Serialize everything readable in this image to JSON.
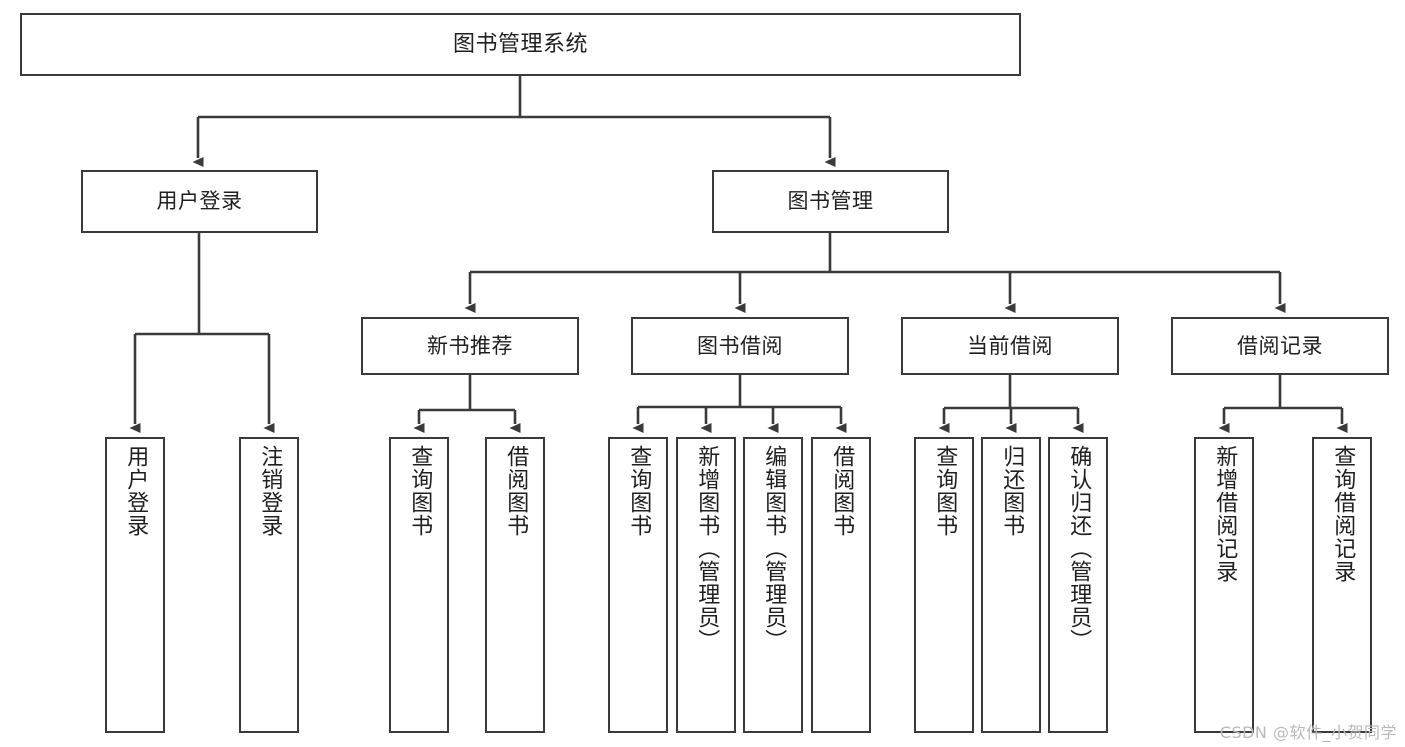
{
  "diagram": {
    "type": "tree-hierarchy",
    "title": "图书管理系统",
    "watermark": "CSDN @软件_小贺同学",
    "colors": {
      "stroke": "#3a3a3a",
      "fill": "#ffffff",
      "text": "#1f1f1f",
      "watermark": "#b9b9b9"
    },
    "levels": {
      "root": {
        "label": "图书管理系统"
      },
      "level2": [
        {
          "label": "用户登录"
        },
        {
          "label": "图书管理"
        }
      ],
      "level3": [
        {
          "label": "新书推荐"
        },
        {
          "label": "图书借阅"
        },
        {
          "label": "当前借阅"
        },
        {
          "label": "借阅记录"
        }
      ],
      "leaves": {
        "user_login": [
          {
            "label": "用户登录"
          },
          {
            "label": "注销登录"
          }
        ],
        "new_book_recommend": [
          {
            "label": "查询图书"
          },
          {
            "label": "借阅图书"
          }
        ],
        "book_borrow": [
          {
            "label": "查询图书"
          },
          {
            "label": "新增图书（管理员）"
          },
          {
            "label": "编辑图书（管理员）"
          },
          {
            "label": "借阅图书"
          }
        ],
        "current_borrow": [
          {
            "label": "查询图书"
          },
          {
            "label": "归还图书"
          },
          {
            "label": "确认归还（管理员）"
          }
        ],
        "borrow_record": [
          {
            "label": "新增借阅记录"
          },
          {
            "label": "查询借阅记录"
          }
        ]
      }
    }
  }
}
